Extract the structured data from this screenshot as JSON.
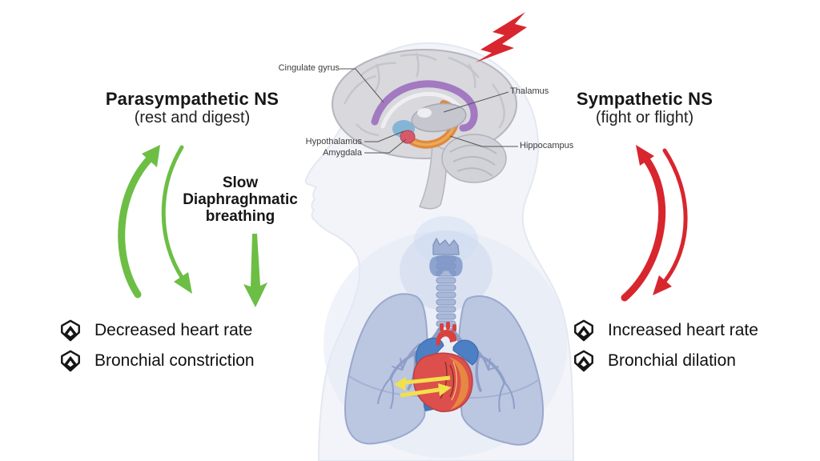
{
  "left": {
    "title": "Parasympathetic NS",
    "subtitle": "(rest and digest)",
    "note": {
      "line1": "Slow",
      "line2": "Diaphraghmatic",
      "line3": "breathing"
    },
    "items": [
      {
        "icon": "chevron-badge-icon",
        "label": "Decreased heart rate"
      },
      {
        "icon": "chevron-badge-icon",
        "label": "Bronchial constriction"
      }
    ]
  },
  "right": {
    "title": "Sympathetic NS",
    "subtitle": "(fight or flight)",
    "items": [
      {
        "icon": "chevron-badge-icon",
        "label": "Increased heart rate"
      },
      {
        "icon": "chevron-badge-icon",
        "label": "Bronchial dilation"
      }
    ]
  },
  "brain": {
    "labels": {
      "cingulate_gyrus": "Cingulate gyrus",
      "thalamus": "Thalamus",
      "hypothalamus": "Hypothalamus",
      "amygdala": "Amygdala",
      "hippocampus": "Hippocampus"
    }
  },
  "icons": {
    "lightning": "lightning-bolt-icon",
    "list_bullet": "chevron-badge-icon"
  },
  "colors": {
    "green": "#6cbe45",
    "red": "#d8262e",
    "yellow": "#f2e04b",
    "purple": "#a379c2",
    "lung": "#b9c4e0",
    "heart_red": "#dd4f4c",
    "vessel_blue": "#4c7fc4"
  }
}
